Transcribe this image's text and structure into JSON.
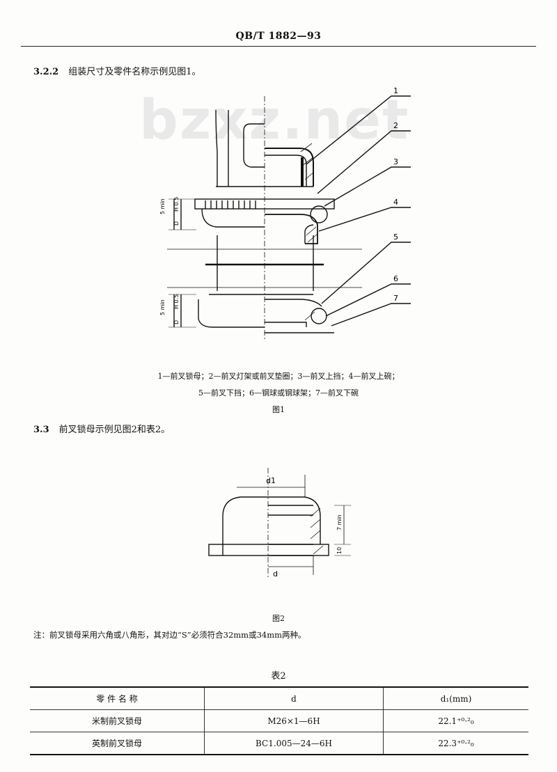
{
  "header": {
    "code": "QB/T 1882—93"
  },
  "watermark": "bzxz.net",
  "section_322": {
    "num": "3.2.2",
    "text": "组装尺寸及零件名称示例见图1。"
  },
  "figure1": {
    "callouts": [
      "1",
      "2",
      "3",
      "4",
      "5",
      "6",
      "7"
    ],
    "dim_labels": [
      "5 min",
      "H 0.5",
      "D",
      "5 min",
      "H 0.5",
      "D"
    ],
    "legend_line1": "1—前叉锁母；2—前叉灯架或前叉垫圈；3—前叉上挡；4—前叉上碗；",
    "legend_line2": "5—前叉下挡；6—钢球或钢球架；7—前叉下碗",
    "caption": "图1"
  },
  "section_33": {
    "num": "3.3",
    "text": "前叉锁母示例见图2和表2。"
  },
  "figure2": {
    "dim_d1": "d1",
    "dim_d": "d",
    "dim_side": "7 min",
    "dim_bottom": "10",
    "caption": "图2"
  },
  "note": "注：前叉锁母采用六角或八角形，其对边“S”必须符合32mm或34mm两种。",
  "table2": {
    "title": "表2",
    "headers": [
      "零 件 名 称",
      "d",
      "d₁(mm)"
    ],
    "rows": [
      [
        "米制前叉锁母",
        "M26×1—6H",
        "22.1⁺⁰·²₀"
      ],
      [
        "英制前叉锁母",
        "BC1.005—24—6H",
        "22.3⁺⁰·²₀"
      ]
    ]
  }
}
